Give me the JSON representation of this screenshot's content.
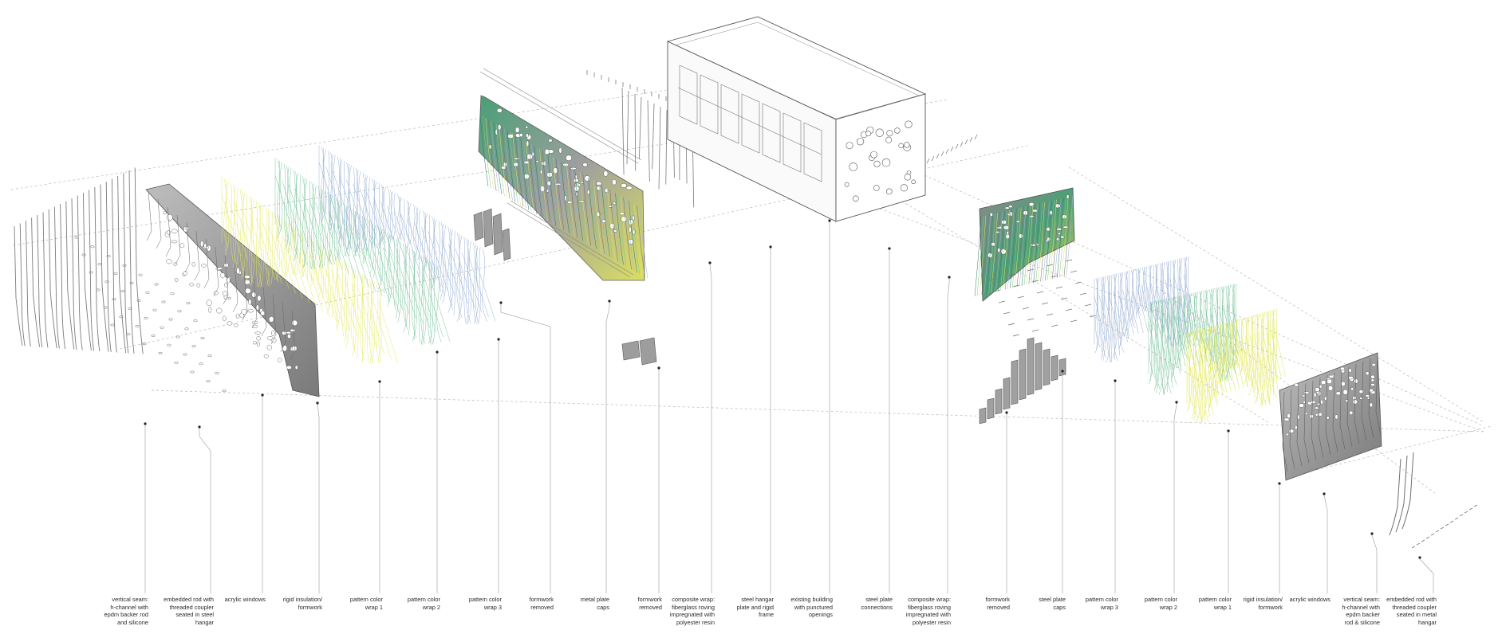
{
  "palette": {
    "line": "#8f8f8f",
    "dash": "#b9b9b9",
    "panel_gray": "#a3a3a3",
    "panel_dark": "#5f5f5f",
    "wrap_yellow": "#e3e85a",
    "wrap_green": "#6fbf94",
    "wrap_blue": "#8fa9cf",
    "wrap_dark_green": "#2f7d5b"
  },
  "callouts": [
    {
      "id": "vertical-seam-left",
      "lines": [
        "vertical seam:",
        "h-channel with",
        "epdm backer rod",
        "and silicone"
      ]
    },
    {
      "id": "embedded-rod-left",
      "lines": [
        "embedded rod with",
        "threaded coupler",
        "seated in steel",
        "hangar"
      ]
    },
    {
      "id": "acrylic-windows-left",
      "lines": [
        "acrylic windows"
      ]
    },
    {
      "id": "rigid-insulation-left",
      "lines": [
        "rigid insulation/",
        "formwork"
      ]
    },
    {
      "id": "pattern-color-wrap-1-left",
      "lines": [
        "pattern color",
        "wrap 1"
      ]
    },
    {
      "id": "pattern-color-wrap-2-left",
      "lines": [
        "pattern color",
        "wrap 2"
      ]
    },
    {
      "id": "pattern-color-wrap-3-left",
      "lines": [
        "pattern color",
        "wrap 3"
      ]
    },
    {
      "id": "formwork-removed-1",
      "lines": [
        "formwork",
        "removed"
      ]
    },
    {
      "id": "metal-plate-caps",
      "lines": [
        "metal plate",
        "caps"
      ]
    },
    {
      "id": "formwork-removed-2",
      "lines": [
        "formwork",
        "removed"
      ]
    },
    {
      "id": "composite-wrap-left",
      "lines": [
        "composite wrap:",
        "fiberglass roving",
        "impregnated with",
        "polyester resin"
      ]
    },
    {
      "id": "steel-hangar-plate",
      "lines": [
        "steel hangar",
        "plate and rigid",
        "frame"
      ]
    },
    {
      "id": "existing-building",
      "lines": [
        "existing building",
        "with punctured",
        "openings"
      ]
    },
    {
      "id": "steel-plate-connections",
      "lines": [
        "steel plate",
        "connections"
      ]
    },
    {
      "id": "composite-wrap-right",
      "lines": [
        "composite wrap:",
        "fiberglass roving",
        "impregnated with",
        "polyester resin"
      ]
    },
    {
      "id": "formwork-removed-3",
      "lines": [
        "formwork",
        "removed"
      ]
    },
    {
      "id": "steel-plate-caps",
      "lines": [
        "steel plate",
        "caps"
      ]
    },
    {
      "id": "pattern-color-wrap-3-right",
      "lines": [
        "pattern color",
        "wrap 3"
      ]
    },
    {
      "id": "pattern-color-wrap-2-right",
      "lines": [
        "pattern color",
        "wrap 2"
      ]
    },
    {
      "id": "pattern-color-wrap-1-right",
      "lines": [
        "pattern color",
        "wrap 1"
      ]
    },
    {
      "id": "rigid-insulation-right",
      "lines": [
        "rigid insulation/",
        "formwork"
      ]
    },
    {
      "id": "acrylic-windows-right",
      "lines": [
        "acrylic windows"
      ]
    },
    {
      "id": "vertical-seam-right",
      "lines": [
        "vertical seam:",
        "h-channel with",
        "epdm backer",
        "rod & silicone"
      ]
    },
    {
      "id": "embedded-rod-right",
      "lines": [
        "embedded rod with",
        "threaded coupler",
        "seated in metal",
        "hangar"
      ]
    }
  ]
}
